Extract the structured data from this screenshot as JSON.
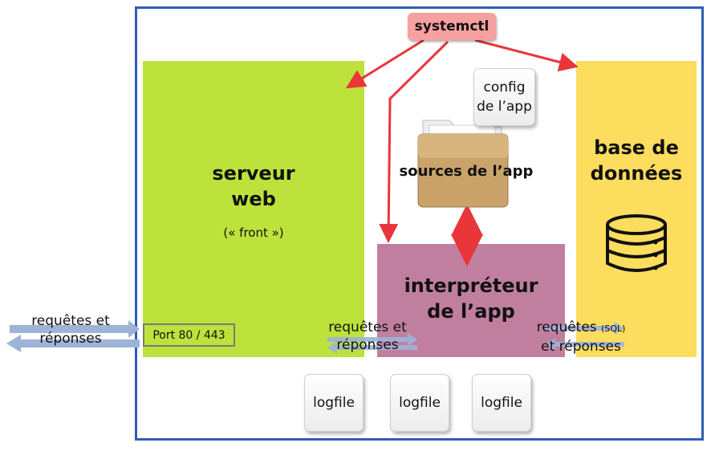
{
  "systemctl": {
    "label": "systemctl"
  },
  "web_server": {
    "title_line1": "serveur",
    "title_line2": "web",
    "subtitle": "(« front »)",
    "port": "Port 80 / 443"
  },
  "database": {
    "title_line1": "base de",
    "title_line2": "données",
    "icon": "database-icon"
  },
  "interpreter": {
    "title_line1": "interpréteur",
    "title_line2": "de l’app"
  },
  "config": {
    "line1": "config",
    "line2": "de l’app"
  },
  "sources": {
    "label": "sources de l’app",
    "icon": "folder-icon"
  },
  "logfiles": [
    "logfile",
    "logfile",
    "logfile"
  ],
  "flows": {
    "client": {
      "line1": "requêtes et",
      "line2": "réponses"
    },
    "web_to_interp": {
      "line1": "requêtes et",
      "line2": "réponses"
    },
    "interp_to_db": {
      "line1": "requêtes ",
      "line1_small": "(SQL)",
      "line2": "et réponses"
    }
  },
  "colors": {
    "frame": "#2f5db5",
    "web": "#bde23b",
    "database": "#fddd5d",
    "interpreter": "#c17f9f",
    "systemctl": "#f7a0a0",
    "red_arrow": "#e8363a",
    "flow_arrow": "#9db3d8"
  }
}
